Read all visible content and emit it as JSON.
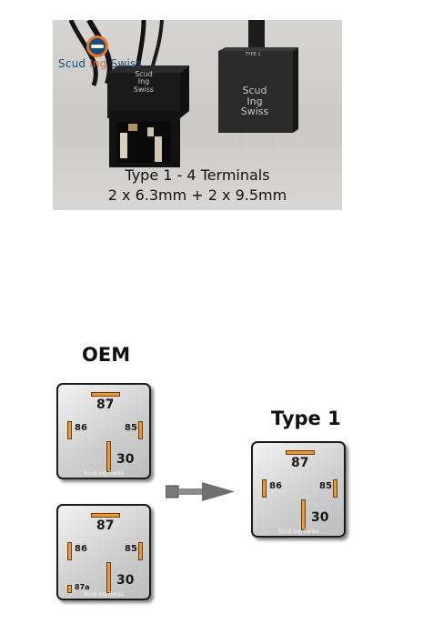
{
  "photo": {
    "logo_text": {
      "part1": "Scud",
      "part2": "Ing",
      "part3": "Swiss"
    },
    "left_relay_label": [
      "Scud",
      "Ing",
      "Swiss"
    ],
    "right_relay_label": [
      "Scud",
      "Ing",
      "Swiss"
    ],
    "right_relay_top_tag": "TYPE 1",
    "caption_line1": "Type 1 - 4 Terminals",
    "caption_line2": "2 x 6.3mm + 2 x 9.5mm"
  },
  "oem_heading": "OEM",
  "type1_heading": "Type 1",
  "relays": {
    "oem_a": {
      "t87": "87",
      "t86": "86",
      "t85": "85",
      "t30": "30",
      "watermark": "Scud Ing Swiss"
    },
    "oem_b": {
      "t87": "87",
      "t86": "86",
      "t85": "85",
      "t30": "30",
      "t87a": "87a",
      "watermark": "Scud Ing Swiss"
    },
    "type1": {
      "t87": "87",
      "t86": "86",
      "t85": "85",
      "t30": "30",
      "watermark": "Scud Ing Swiss"
    }
  },
  "colors": {
    "terminal": "#e79a3a",
    "relay_face": "#cfcfcf",
    "arrow": "#777777"
  }
}
